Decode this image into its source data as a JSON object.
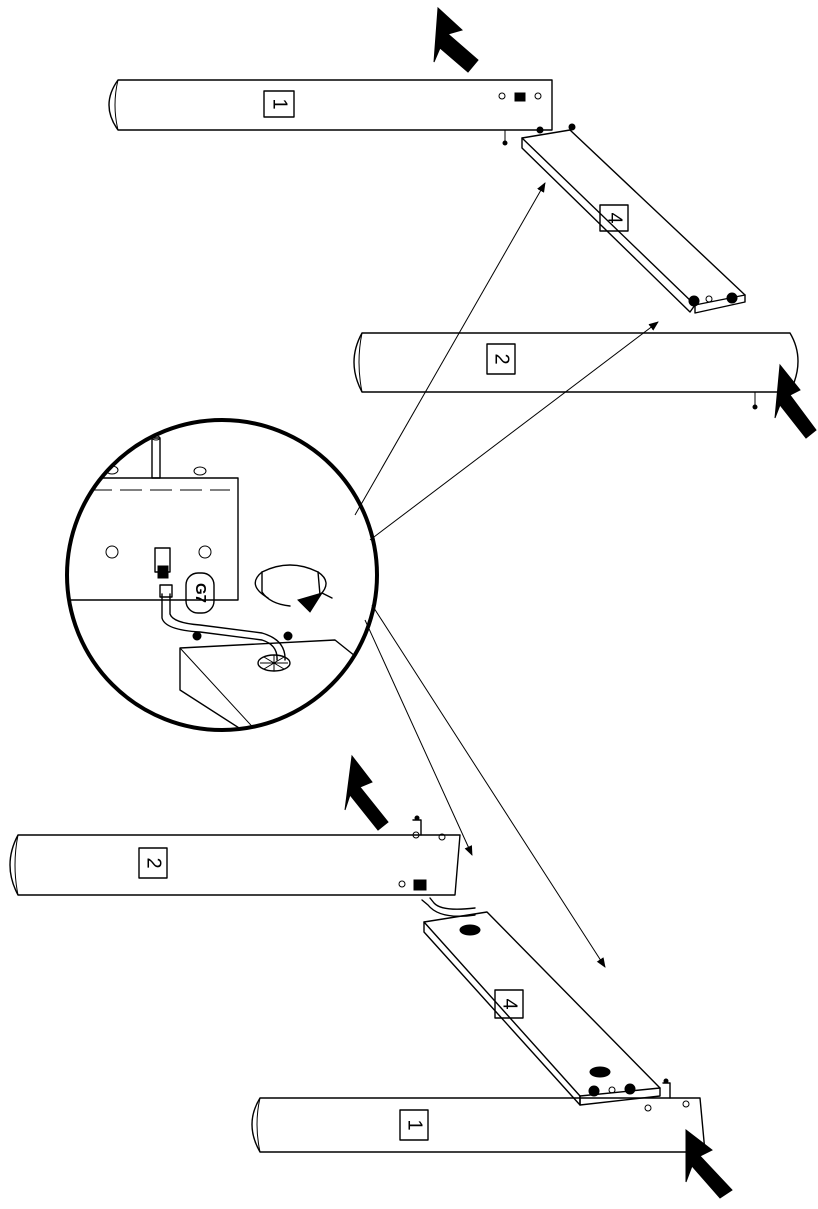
{
  "labels": {
    "top_panel": "1",
    "top_shelf": "4",
    "middle_panel": "2",
    "lower_panel": "2",
    "lower_shelf": "4",
    "bottom_panel": "1"
  },
  "hardware_label": "G7"
}
